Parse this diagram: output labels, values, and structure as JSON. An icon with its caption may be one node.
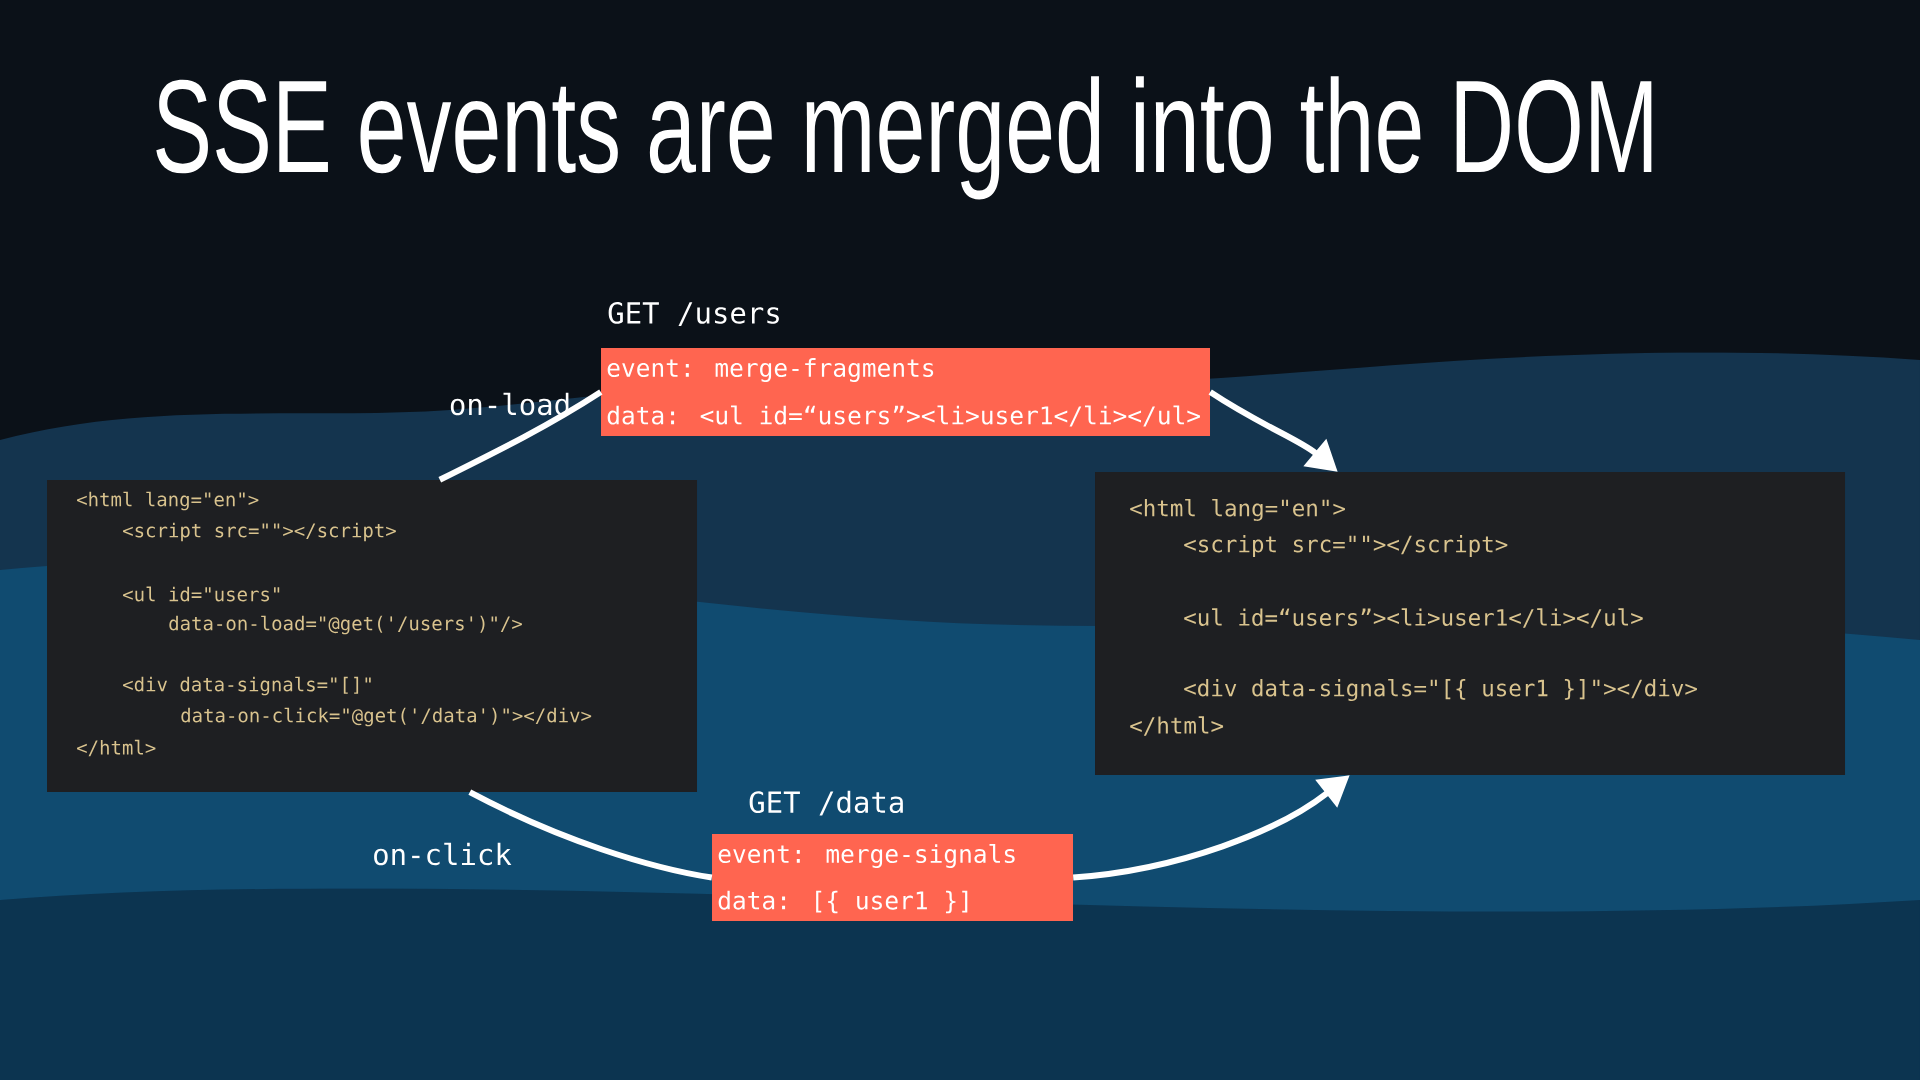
{
  "diagram": {
    "title": "SSE events are merged into the DOM",
    "nodes": [
      {
        "text": [
          "<html lang=\"en\">",
          "<script src=\"\"></script>",
          "<ul id=\"users\"",
          "data-on-load=\"@get('/users')\"/>",
          "<div data-signals=\"[]\"",
          "data-on-click=\"@get('/data')\"></div>",
          "</html>"
        ]
      },
      {
        "text": [
          "GET /users",
          "event: merge-fragments",
          "data: <ul id=“users”><li>user1</li></ul>"
        ]
      },
      {
        "text": [
          "<html lang=\"en\">",
          "<script src=\"\"></script>",
          "<ul id=“users”><li>user1</li></ul>",
          "<div data-signals=\"[{ user1 }]\"></div>",
          "</html>"
        ]
      },
      {
        "text": [
          "GET /data",
          "event: merge-signals",
          "data: [{ user1 }]"
        ]
      }
    ],
    "edges": [
      {
        "from": 0,
        "to": 1,
        "arrow": "none",
        "label": "on-load"
      },
      {
        "from": 1,
        "to": 2,
        "arrow": "to"
      },
      {
        "from": 0,
        "to": 3,
        "arrow": "none",
        "label": "on-click"
      },
      {
        "from": 3,
        "to": 2,
        "arrow": "to"
      }
    ]
  }
}
